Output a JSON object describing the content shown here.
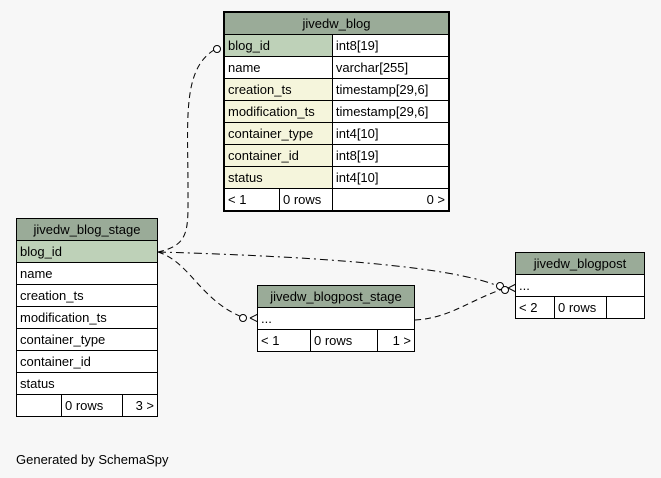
{
  "tables": {
    "jivedw_blog": {
      "name": "jivedw_blog",
      "columns": [
        {
          "name": "blog_id",
          "type": "int8[19]"
        },
        {
          "name": "name",
          "type": "varchar[255]"
        },
        {
          "name": "creation_ts",
          "type": "timestamp[29,6]"
        },
        {
          "name": "modification_ts",
          "type": "timestamp[29,6]"
        },
        {
          "name": "container_type",
          "type": "int4[10]"
        },
        {
          "name": "container_id",
          "type": "int8[19]"
        },
        {
          "name": "status",
          "type": "int4[10]"
        }
      ],
      "footer": {
        "parents": "< 1",
        "rows": "0 rows",
        "children": "0 >"
      }
    },
    "jivedw_blog_stage": {
      "name": "jivedw_blog_stage",
      "columns": [
        "blog_id",
        "name",
        "creation_ts",
        "modification_ts",
        "container_type",
        "container_id",
        "status"
      ],
      "footer": {
        "parents": "",
        "rows": "0 rows",
        "children": "3 >"
      }
    },
    "jivedw_blogpost_stage": {
      "name": "jivedw_blogpost_stage",
      "columns": [
        "..."
      ],
      "footer": {
        "parents": "< 1",
        "rows": "0 rows",
        "children": "1 >"
      }
    },
    "jivedw_blogpost": {
      "name": "jivedw_blogpost",
      "columns": [
        "..."
      ],
      "footer": {
        "parents": "< 2",
        "rows": "0 rows",
        "children": ""
      }
    }
  },
  "colors": {
    "header": "#9aab98",
    "primary_key": "#bed1b8",
    "indexed": "#f5f5dc",
    "background": "#f7f7f7"
  },
  "footer_text": "Generated by SchemaSpy"
}
